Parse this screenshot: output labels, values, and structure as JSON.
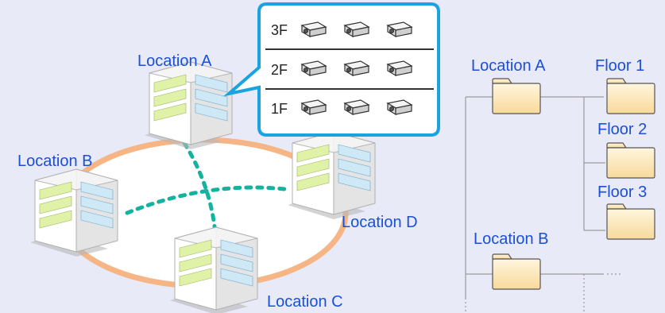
{
  "network": {
    "locations": [
      {
        "id": "a",
        "label": "Location A"
      },
      {
        "id": "b",
        "label": "Location B"
      },
      {
        "id": "c",
        "label": "Location C"
      },
      {
        "id": "d",
        "label": "Location D"
      }
    ]
  },
  "callout": {
    "floors": [
      {
        "label": "3F",
        "projector_count": 3
      },
      {
        "label": "2F",
        "projector_count": 3
      },
      {
        "label": "1F",
        "projector_count": 3
      }
    ]
  },
  "tree": {
    "groups": [
      {
        "label": "Location A",
        "children": [
          "Floor 1",
          "Floor 2",
          "Floor 3"
        ]
      },
      {
        "label": "Location B",
        "children": []
      }
    ]
  },
  "colors": {
    "label_blue": "#1a4fd8",
    "ring_orange": "#f5b584",
    "dash_teal": "#14b3a0",
    "callout_border": "#19a3e0",
    "folder_fill": "#fbe3b0",
    "tree_line": "#9a9a9a"
  }
}
